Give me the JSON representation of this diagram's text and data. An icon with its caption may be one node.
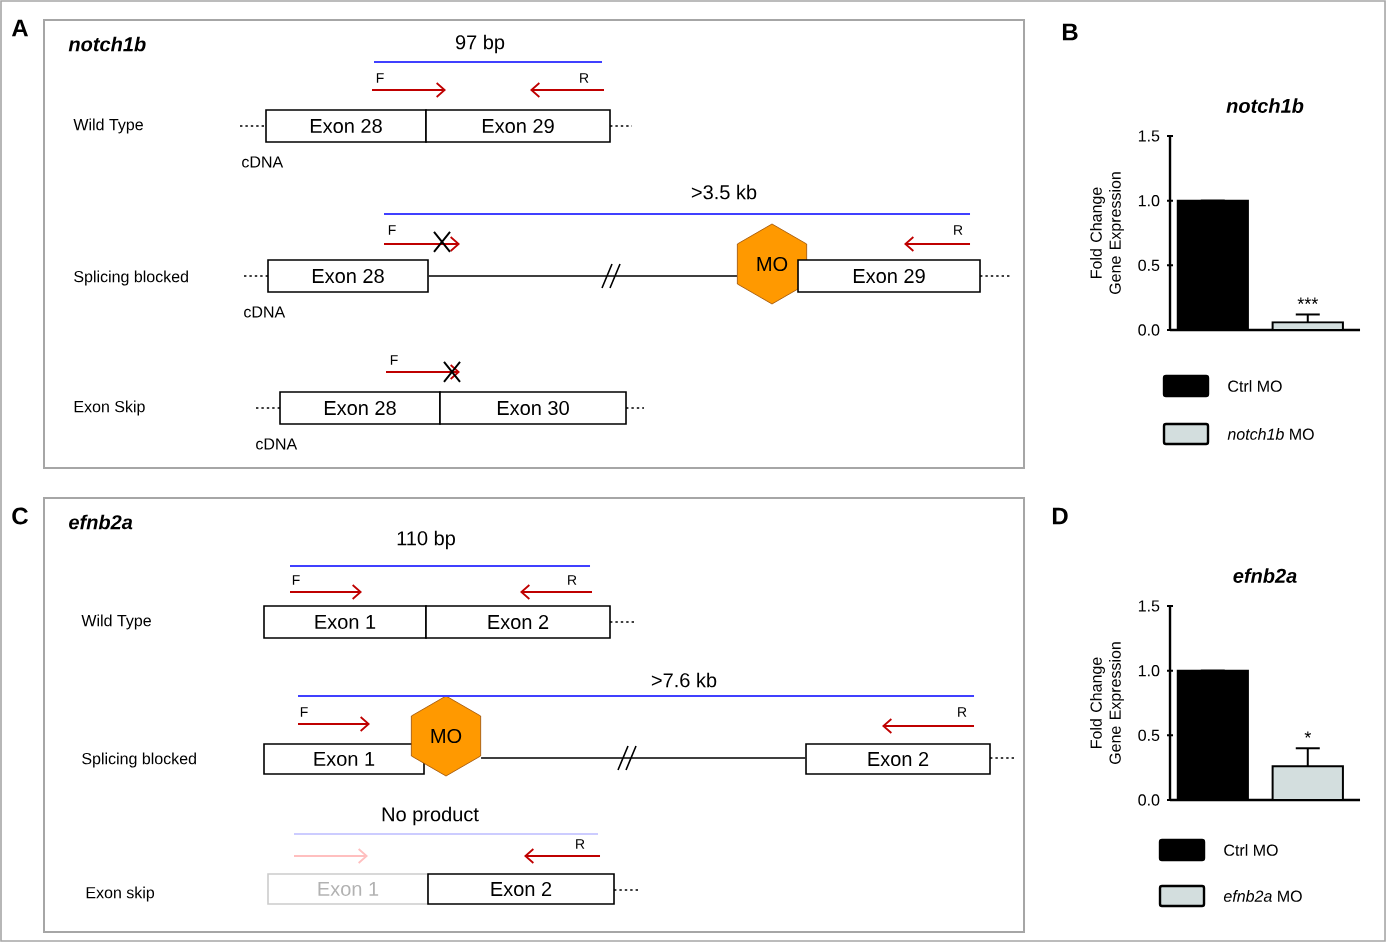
{
  "diagram": {
    "nodes": [
      {
        "text": [
          "notch1b"
        ]
      },
      {
        "text": [
          "Exon 28"
        ],
        "in": 0,
        "beside": [
          "cDNA"
        ]
      },
      {
        "text": [
          "Exon 29"
        ],
        "in": 0
      },
      {
        "text": [
          "Exon 28"
        ],
        "in": 0,
        "beside": [
          "cDNA"
        ]
      },
      {
        "text": [
          "MO"
        ],
        "in": 0
      },
      {
        "text": [
          "Exon 29"
        ],
        "in": 0
      },
      {
        "text": [
          "Exon 28"
        ],
        "in": 0,
        "beside": [
          "cDNA"
        ]
      },
      {
        "text": [
          "Exon 30"
        ],
        "in": 0
      },
      {
        "text": [
          "efnb2a"
        ]
      },
      {
        "text": [
          "Exon 1"
        ],
        "in": 8
      },
      {
        "text": [
          "Exon 2"
        ],
        "in": 8
      },
      {
        "text": [
          "Exon 1"
        ],
        "in": 8
      },
      {
        "text": [
          "MO"
        ],
        "in": 8
      },
      {
        "text": [
          "Exon 2"
        ],
        "in": 8
      },
      {
        "text": [
          "Exon 1"
        ],
        "in": 8
      },
      {
        "text": [
          "Exon 2"
        ],
        "in": 8
      }
    ],
    "edges": [
      {
        "from": 3,
        "to": 4,
        "arrow": "none"
      },
      {
        "from": 12,
        "to": 13,
        "arrow": "none"
      }
    ],
    "labels": [
      "A",
      "97 bp",
      "F",
      "R",
      "Wild Type",
      ">3.5 kb",
      "F",
      "R",
      "Splicing blocked",
      "F",
      "Exon Skip",
      "B",
      "C",
      "110 bp",
      "F",
      "R",
      "Wild Type",
      ">7.6 kb",
      "F",
      "R",
      "Splicing blocked",
      "No product",
      "R",
      "Exon skip",
      "D"
    ],
    "chart_data": [
      {
        "type": "bar",
        "title": "notch1b",
        "ylabel": "Fold Change Gene Expression",
        "ylim": [
          0,
          1.5
        ],
        "yticks": [
          {
            "value": 0,
            "label": "0.0"
          },
          {
            "value": 0.5,
            "label": "0.5"
          },
          {
            "value": 1.0,
            "label": "1.0"
          },
          {
            "value": 1.5,
            "label": "1.5"
          }
        ],
        "series": [
          {
            "name": "Ctrl MO",
            "color": "#000000",
            "values": [
              1.0
            ]
          },
          {
            "name": "*notch1b* MO",
            "color": "#d3dede",
            "values": [
              0.06
            ],
            "errors": [
              0.06
            ]
          }
        ],
        "annotations": [
          {
            "text": "***"
          }
        ]
      },
      {
        "type": "bar",
        "title": "efnb2a",
        "ylabel": "Fold Change Gene Expression",
        "ylim": [
          0,
          1.5
        ],
        "yticks": [
          {
            "value": 0,
            "label": "0.0"
          },
          {
            "value": 0.5,
            "label": "0.5"
          },
          {
            "value": 1.0,
            "label": "1.0"
          },
          {
            "value": 1.5,
            "label": "1.5"
          }
        ],
        "series": [
          {
            "name": "Ctrl MO",
            "color": "#000000",
            "values": [
              1.0
            ]
          },
          {
            "name": "*efnb2a* MO",
            "color": "#d3dede",
            "values": [
              0.26
            ],
            "errors": [
              0.14
            ]
          }
        ],
        "annotations": [
          {
            "text": "*"
          }
        ]
      }
    ]
  }
}
